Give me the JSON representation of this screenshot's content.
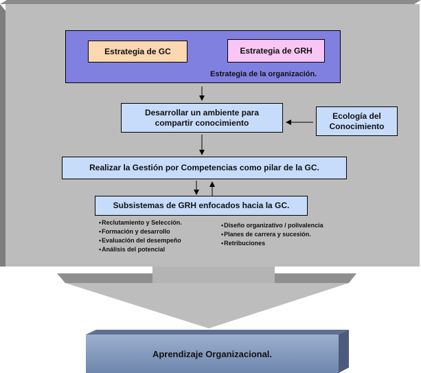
{
  "strategy": {
    "gc_label": "Estrategia de GC",
    "grh_label": "Estrategia de GRH",
    "org_label": "Estrategia de la organización."
  },
  "environment": {
    "line1": "Desarrollar un ambiente para",
    "line2": "compartir conocimiento"
  },
  "ecology": {
    "line1": "Ecología del",
    "line2": "Conocimiento"
  },
  "competencies": {
    "label": "Realizar la Gestión por Competencias como pilar de la GC."
  },
  "subsystems": {
    "label": "Subsistemas de GRH enfocados hacia la GC.",
    "list_left": [
      "Reclutamiento y Selección.",
      "Formación y desarrollo",
      "Evaluación del desempeño",
      "Análisis del potencial"
    ],
    "list_right": [
      "Diseño organizativo / polivalencia",
      "Planes de carrera y sucesión.",
      "Retribuciones"
    ]
  },
  "result": {
    "label": "Aprendizaje Organizacional."
  },
  "colors": {
    "panel": "#bcbcbc",
    "strategy": "#8080e0",
    "gc": "#fbd8b0",
    "grh": "#f8c6f4",
    "boxes": "#c7dcfa"
  }
}
